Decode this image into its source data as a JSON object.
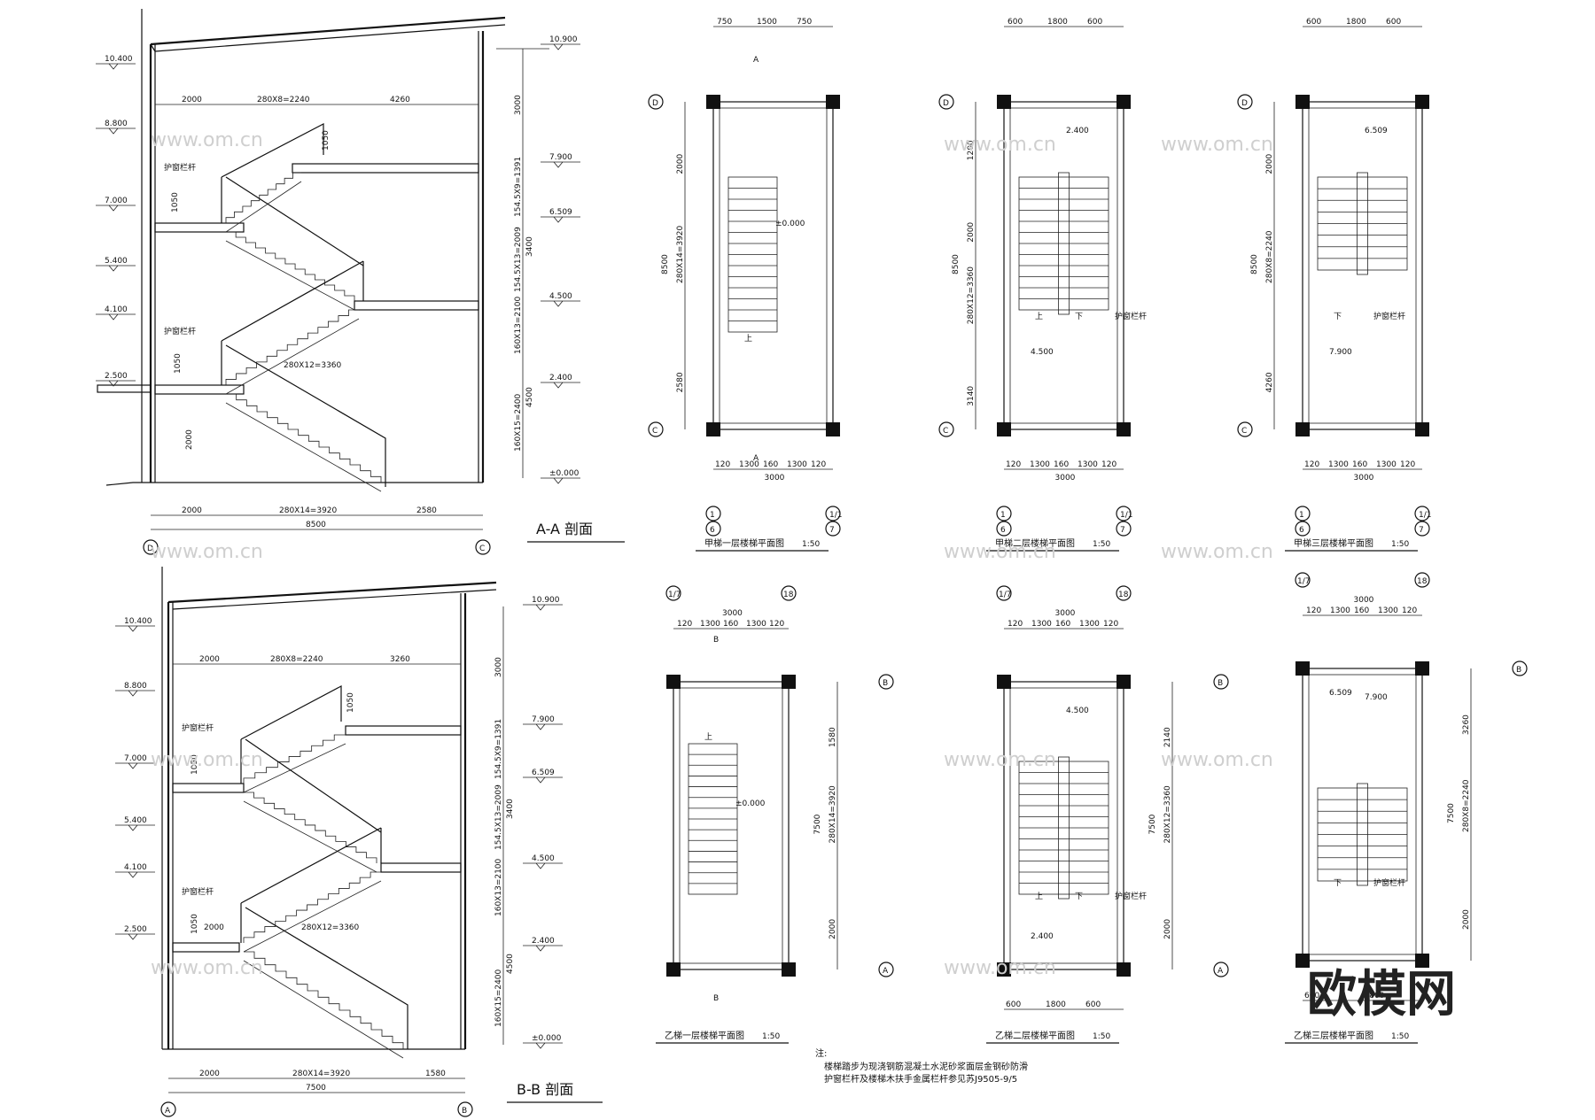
{
  "sections": [
    {
      "id": "aa",
      "title": "A-A 剖面",
      "left_elevations": [
        "10.400",
        "8.800",
        "7.000",
        "5.400",
        "4.100",
        "2.500"
      ],
      "right_elevations": [
        "10.900",
        "7.900",
        "6.509",
        "4.500",
        "2.400",
        "±0.000"
      ],
      "right_dims": [
        "3000",
        "154.5X9=1391",
        "3400",
        "154.5X13=2009",
        "160X13=2100",
        "4500",
        "160X15=2400"
      ],
      "top_dims": [
        "2000",
        "280X8=2240",
        "4260"
      ],
      "bottom_dims": [
        "2000",
        "280X14=3920",
        "2580",
        "8500"
      ],
      "mid_dims": [
        "1050",
        "1050",
        "1050",
        "280X12=3360",
        "2000"
      ],
      "rail_labels": [
        "护窗栏杆",
        "护窗栏杆"
      ],
      "axes": [
        "D",
        "C"
      ]
    },
    {
      "id": "bb",
      "title": "B-B 剖面",
      "left_elevations": [
        "10.400",
        "8.800",
        "7.000",
        "5.400",
        "4.100",
        "2.500"
      ],
      "right_elevations": [
        "10.900",
        "7.900",
        "6.509",
        "4.500",
        "2.400",
        "±0.000"
      ],
      "right_dims": [
        "3000",
        "154.5X9=1391",
        "3400",
        "154.5X13=2009",
        "160X13=2100",
        "4500",
        "160X15=2400"
      ],
      "top_dims": [
        "2000",
        "280X8=2240",
        "3260"
      ],
      "bottom_dims": [
        "2000",
        "280X14=3920",
        "1580",
        "7500"
      ],
      "mid_dims": [
        "1050",
        "1050",
        "1050",
        "2000",
        "280X12=3360"
      ],
      "rail_labels": [
        "护窗栏杆",
        "护窗栏杆"
      ],
      "axes": [
        "A",
        "B"
      ]
    }
  ],
  "plans": [
    {
      "id": "p1",
      "title": "甲梯一层楼梯平面图",
      "scale": "1:50",
      "top_dims": [
        "750",
        "1500",
        "750"
      ],
      "bottom_dims": [
        "120",
        "1300",
        "160",
        "1300",
        "120"
      ],
      "total": "3000",
      "side_dims": [
        "2000",
        "280X14=3920",
        "2580"
      ],
      "side_total": "8500",
      "level": "±0.000",
      "axes_left": [
        "D",
        "C"
      ],
      "axes_bottom": [
        "1",
        "1/1",
        "6",
        "7"
      ],
      "labels": [
        "上"
      ],
      "section_mark": "A"
    },
    {
      "id": "p2",
      "title": "甲梯二层楼梯平面图",
      "scale": "1:50",
      "top_dims": [
        "600",
        "1800",
        "600"
      ],
      "bottom_dims": [
        "120",
        "1300",
        "160",
        "1300",
        "120"
      ],
      "total": "3000",
      "side_dims": [
        "1200",
        "2000",
        "280X12=3360",
        "3140"
      ],
      "side_total": "8500",
      "level": "2.400",
      "level2": "4.500",
      "axes_left": [
        "D",
        "C"
      ],
      "axes_bottom": [
        "1",
        "1/1",
        "6",
        "7"
      ],
      "labels": [
        "上",
        "下",
        "护窗栏杆"
      ]
    },
    {
      "id": "p3",
      "title": "甲梯三层楼梯平面图",
      "scale": "1:50",
      "top_dims": [
        "600",
        "1800",
        "600"
      ],
      "bottom_dims": [
        "120",
        "1300",
        "160",
        "1300",
        "120"
      ],
      "total": "3000",
      "side_dims": [
        "2000",
        "280X8=2240",
        "4260"
      ],
      "side_total": "8500",
      "level": "6.509",
      "level2": "7.900",
      "axes_left": [
        "D",
        "C"
      ],
      "axes_bottom": [
        "1",
        "1/1",
        "6",
        "7"
      ],
      "labels": [
        "下",
        "护窗栏杆"
      ]
    },
    {
      "id": "p4",
      "title": "乙梯一层楼梯平面图",
      "scale": "1:50",
      "top_dims": [
        "120",
        "1300",
        "160",
        "1300",
        "120"
      ],
      "total": "3000",
      "side_dims": [
        "1580",
        "280X14=3920",
        "2000"
      ],
      "side_total": "7500",
      "level": "±0.000",
      "axes_top": [
        "1/7",
        "18"
      ],
      "axes_right": [
        "B",
        "A"
      ],
      "labels": [
        "上"
      ],
      "section_mark": "B"
    },
    {
      "id": "p5",
      "title": "乙梯二层楼梯平面图",
      "scale": "1:50",
      "top_dims": [
        "120",
        "1300",
        "160",
        "1300",
        "120"
      ],
      "total": "3000",
      "bottom_dims": [
        "600",
        "1800",
        "600"
      ],
      "side_dims": [
        "2140",
        "280X12=3360",
        "2000"
      ],
      "side_total": "7500",
      "level": "4.500",
      "level2": "2.400",
      "axes_top": [
        "1/7",
        "18"
      ],
      "axes_right": [
        "B",
        "A"
      ],
      "labels": [
        "上",
        "下",
        "护窗栏杆"
      ]
    },
    {
      "id": "p6",
      "title": "乙梯三层楼梯平面图",
      "scale": "1:50",
      "top_dims": [
        "120",
        "1300",
        "160",
        "1300",
        "120"
      ],
      "total": "3000",
      "bottom_dims": [
        "600",
        "1800"
      ],
      "side_dims": [
        "3260",
        "280X8=2240",
        "2000"
      ],
      "side_total": "7500",
      "level": "7.900",
      "level2": "6.509",
      "axes_top": [
        "1/7",
        "18"
      ],
      "axes_right": [
        "B"
      ],
      "labels": [
        "下",
        "护窗栏杆"
      ]
    }
  ],
  "notes": {
    "head": "注:",
    "line1": "楼梯踏步为现浇钢筋混凝土水泥砂浆面层金钢砂防滑",
    "line2": "护窗栏杆及楼梯木扶手金属栏杆参见苏J9505-9/5"
  },
  "watermark": {
    "text": "www.om.cn",
    "logo": "欧模网"
  }
}
